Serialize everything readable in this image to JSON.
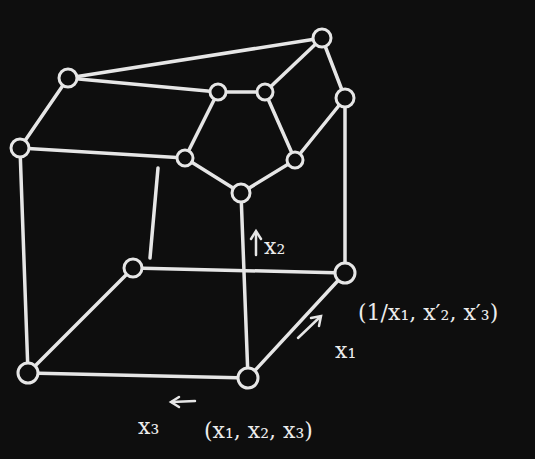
{
  "diagram": {
    "labels": [
      "x₂",
      "x₁",
      "x₃",
      "(x₁, x₂, x₃)",
      "(1/x₁, x′₂, x′₃)"
    ]
  }
}
